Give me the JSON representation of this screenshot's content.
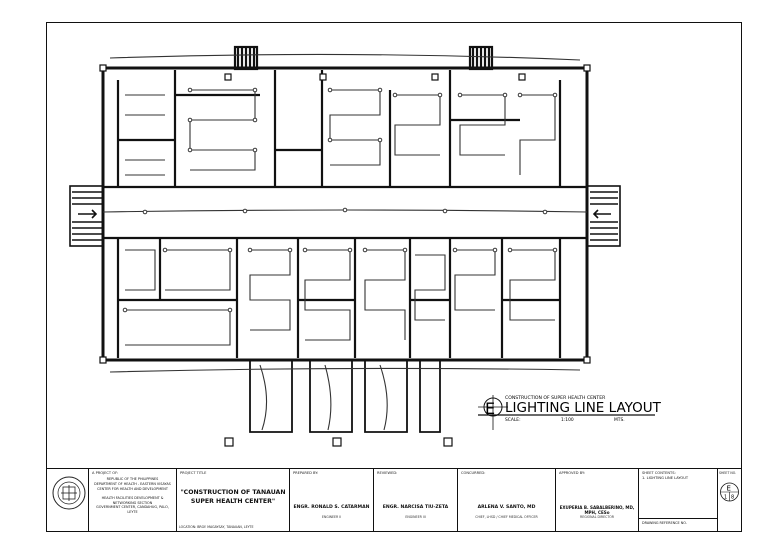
{
  "layout_title": {
    "project_caption": "CONSTRUCTION OF SUPER HEALTH CENTER",
    "title": "LIGHTING LINE LAYOUT",
    "scale_label": "SCALE:",
    "scale_value": "1:100",
    "unit": "MTS.",
    "marker_letter": "E"
  },
  "title_block": {
    "a_project_of_label": "A PROJECT OF:",
    "agency_lines": [
      "REPUBLIC OF THE PHILIPPINES",
      "DEPARTMENT OF HEALTH - EASTERN VISAYAS",
      "CENTER FOR HEALTH AND DEVELOPMENT"
    ],
    "division_lines": [
      "HEALTH FACILITIES DEVELOPMENT &",
      "NETWORKING SECTION"
    ],
    "address": "GOVERNMENT CENTER, CANDAHUG, PALO, LEYTE",
    "project_title_label": "PROJECT TITLE",
    "project_title": "\"CONSTRUCTION OF TANAUAN SUPER HEALTH CENTER\"",
    "location": "LOCATION: BRGY. MAGAYSAY, TANAUAN, LEYTE",
    "prepared_label": "PREPARED BY:",
    "prepared_name": "ENGR. RONALD S. CATARMAN",
    "prepared_role": "ENGINEER II",
    "reviewed_label": "REVIEWED:",
    "reviewed_name": "ENGR. NARCISA TIU-ZETA",
    "reviewed_role": "ENGINEER III",
    "concurred_label": "CONCURRED:",
    "concurred_name": "ARLENA V. SANTO, MD",
    "concurred_role": "CHIEF, LHSD / CHIEF MEDICAL OFFICER",
    "approved_label": "APPROVED BY:",
    "approved_name": "EXUPERIA B. SABALBERINO, MD, MPH, CESo",
    "approved_role": "REGIONAL DIRECTOR",
    "sheet_contents_label": "SHEET CONTENTS:",
    "sheet_contents_item": "1. LIGHTING LINE LAYOUT",
    "drawing_ref_label": "DRAWING REFERENCE NO.",
    "sheet_no_label": "SHEET NO.",
    "sheet_letter": "E",
    "sheet_num": "1",
    "sheet_total": "8"
  }
}
